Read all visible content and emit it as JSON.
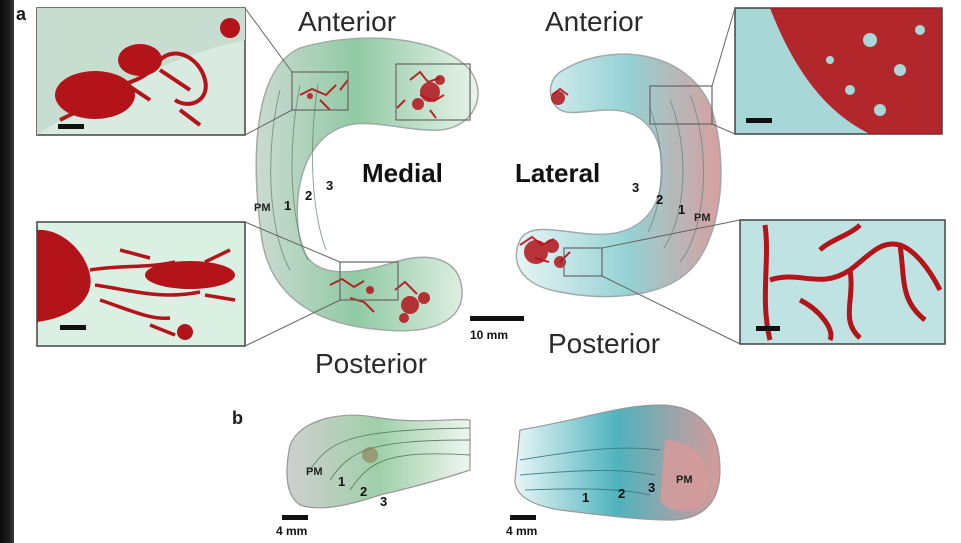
{
  "panel_a": {
    "label": "a",
    "anterior_left": "Anterior",
    "anterior_right": "Anterior",
    "posterior_left": "Posterior",
    "posterior_right": "Posterior",
    "medial": "Medial",
    "lateral": "Lateral",
    "medial_zones": [
      "PM",
      "1",
      "2",
      "3"
    ],
    "lateral_zones": [
      "3",
      "2",
      "1",
      "PM"
    ],
    "scale_bar": "10 mm"
  },
  "panel_b": {
    "label": "b",
    "medial_zones": [
      "PM",
      "1",
      "2",
      "3"
    ],
    "lateral_zones": [
      "1",
      "2",
      "3",
      "PM"
    ],
    "scale_left": "4 mm",
    "scale_right": "4 mm"
  },
  "colors": {
    "vessel_red": "#b3141a",
    "medial_tissue": "#8cc7a0",
    "lateral_tissue": "#8fd0d2",
    "rim_pink": "#d79a9a"
  }
}
